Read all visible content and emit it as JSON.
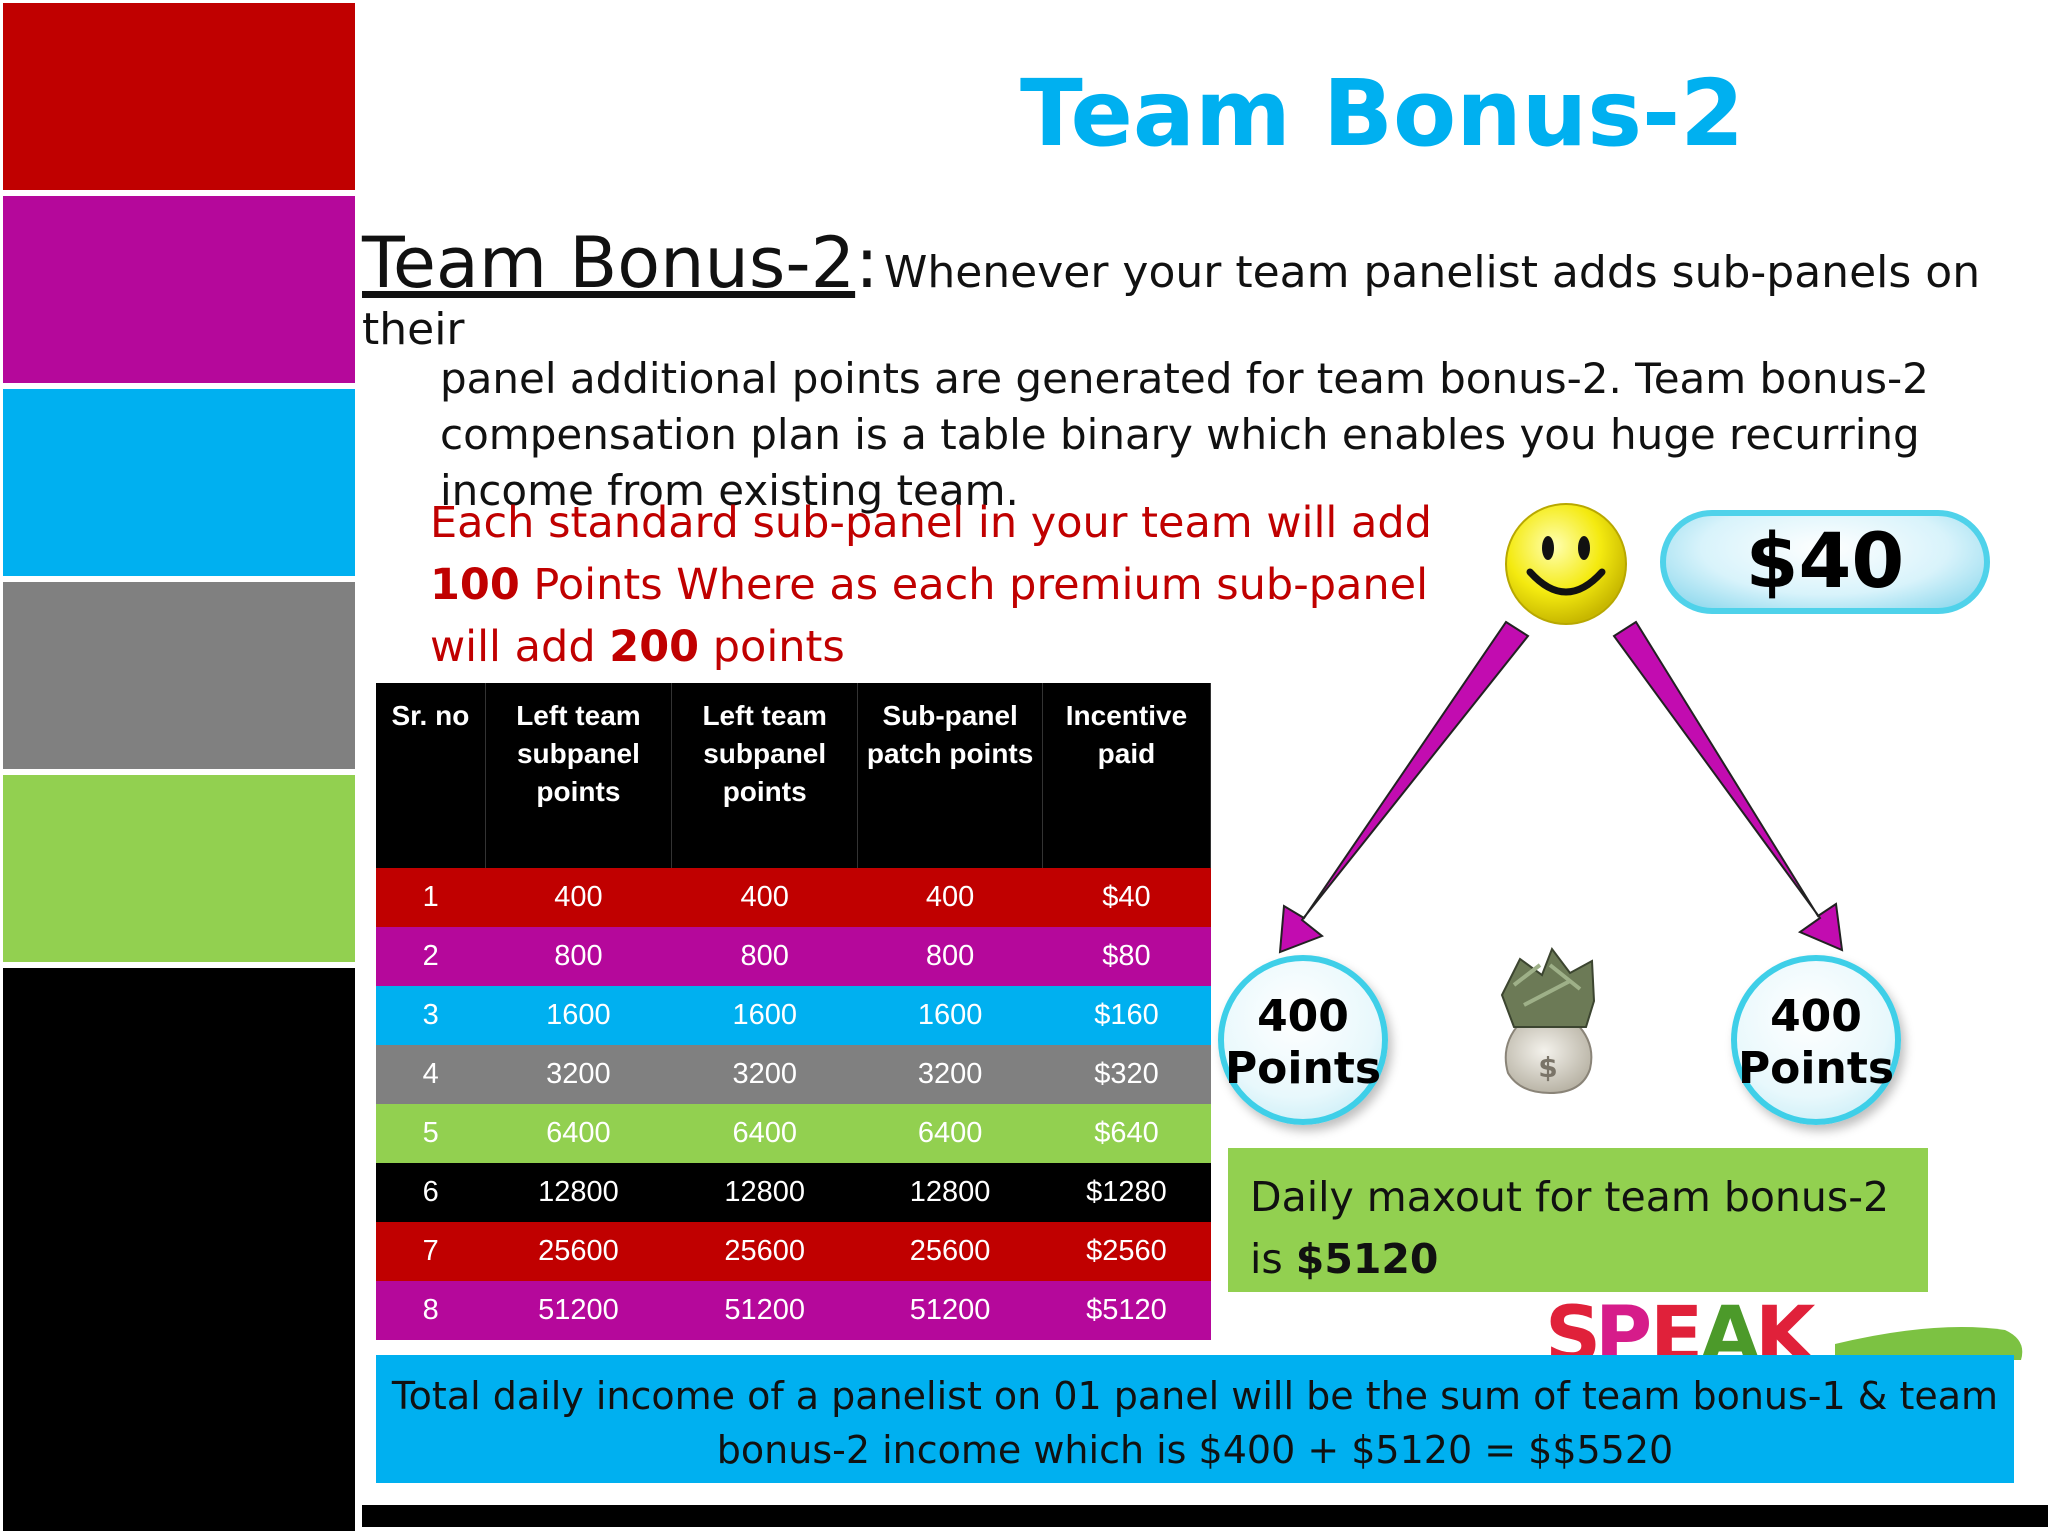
{
  "sidebar": {
    "colors": [
      "#c00000",
      "#b5089b",
      "#00b0f0",
      "#808080",
      "#92d050",
      "#000000"
    ]
  },
  "slide": {
    "title": "Team Bonus-2",
    "intro_heading": "Team Bonus-2",
    "intro_colon": ":",
    "intro_lead": "Whenever your team panelist adds sub-panels on their",
    "intro_rest": "panel additional points are generated for team bonus-2. Team bonus-2 compensation plan is a table binary which enables you huge recurring income from existing team.",
    "points_note_a": "Each standard sub-panel in your team will add ",
    "points_note_b": "100",
    "points_note_c": " Points Where as each premium sub-panel will add ",
    "points_note_d": "200",
    "points_note_e": " points"
  },
  "table": {
    "headers": [
      "Sr. no",
      "Left team subpanel points",
      "Left team subpanel points",
      "Sub-panel patch points",
      "Incentive paid"
    ],
    "rows": [
      {
        "sr": "1",
        "left1": "400",
        "left2": "400",
        "patch": "400",
        "paid": "$40",
        "color": "#c00000"
      },
      {
        "sr": "2",
        "left1": "800",
        "left2": "800",
        "patch": "800",
        "paid": "$80",
        "color": "#b5089b"
      },
      {
        "sr": "3",
        "left1": "1600",
        "left2": "1600",
        "patch": "1600",
        "paid": "$160",
        "color": "#00b0f0"
      },
      {
        "sr": "4",
        "left1": "3200",
        "left2": "3200",
        "patch": "3200",
        "paid": "$320",
        "color": "#808080"
      },
      {
        "sr": "5",
        "left1": "6400",
        "left2": "6400",
        "patch": "6400",
        "paid": "$640",
        "color": "#92d050"
      },
      {
        "sr": "6",
        "left1": "12800",
        "left2": "12800",
        "patch": "12800",
        "paid": "$1280",
        "color": "#000000"
      },
      {
        "sr": "7",
        "left1": "25600",
        "left2": "25600",
        "patch": "25600",
        "paid": "$2560",
        "color": "#c00000"
      },
      {
        "sr": "8",
        "left1": "51200",
        "left2": "51200",
        "patch": "51200",
        "paid": "$5120",
        "color": "#b5089b"
      }
    ]
  },
  "diagram": {
    "bonus_amount": "$40",
    "left_node": {
      "value": "400",
      "unit": "Points"
    },
    "right_node": {
      "value": "400",
      "unit": "Points"
    },
    "smiley_icon": "smiley-icon",
    "money_icon": "money-bag-icon"
  },
  "maxout": {
    "text": "Daily maxout for team bonus-2 is ",
    "amount": "$5120"
  },
  "footer": {
    "total_text": "Total daily income of a panelist  on 01 panel will be the sum of team bonus-1 & team bonus-2 income which is $400 + $5120 = $$5520"
  },
  "logo": {
    "text": "SPEAK"
  },
  "colors": {
    "title": "#00b0f0",
    "note": "#c00000",
    "arrow": "#c20cb0"
  }
}
